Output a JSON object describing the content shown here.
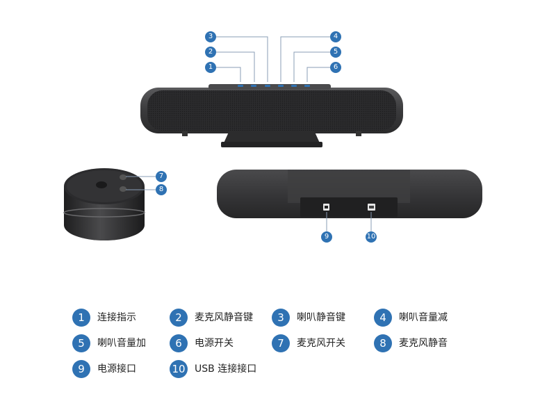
{
  "colors": {
    "badge": "#2f72b3",
    "device_body": "#3a3a3c",
    "grille": "#2a2a2c",
    "leader_line": "#8a9db5"
  },
  "callouts": {
    "top": [
      "3",
      "2",
      "1",
      "4",
      "5",
      "6"
    ],
    "puck": [
      "7",
      "8"
    ],
    "back": [
      "9",
      "10"
    ]
  },
  "legend": [
    {
      "num": "1",
      "label": "连接指示"
    },
    {
      "num": "2",
      "label": "麦克风静音键"
    },
    {
      "num": "3",
      "label": "喇叭静音键"
    },
    {
      "num": "4",
      "label": "喇叭音量减"
    },
    {
      "num": "5",
      "label": "喇叭音量加"
    },
    {
      "num": "6",
      "label": "电源开关"
    },
    {
      "num": "7",
      "label": "麦克风开关"
    },
    {
      "num": "8",
      "label": "麦克风静音"
    },
    {
      "num": "9",
      "label": "电源接口"
    },
    {
      "num": "10",
      "label": "USB 连接接口"
    }
  ]
}
